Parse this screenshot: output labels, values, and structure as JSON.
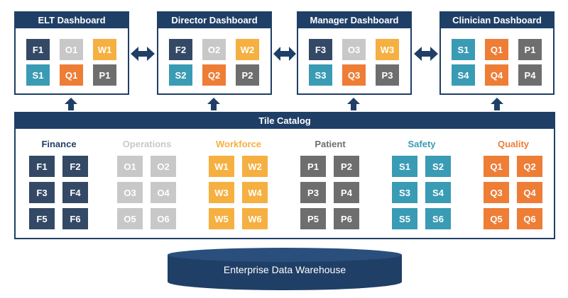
{
  "colors": {
    "navy": "#1f3f66",
    "finance": "#334966",
    "operations": "#c8c8c8",
    "workforce": "#f5b041",
    "patient": "#6e6e6e",
    "safety": "#3a9bb4",
    "quality": "#ee7d36"
  },
  "dashboards": [
    {
      "title": "ELT Dashboard",
      "tiles": [
        {
          "label": "F1",
          "cat": "finance"
        },
        {
          "label": "O1",
          "cat": "operations"
        },
        {
          "label": "W1",
          "cat": "workforce"
        },
        {
          "label": "S1",
          "cat": "safety"
        },
        {
          "label": "Q1",
          "cat": "quality"
        },
        {
          "label": "P1",
          "cat": "patient"
        }
      ]
    },
    {
      "title": "Director Dashboard",
      "tiles": [
        {
          "label": "F2",
          "cat": "finance"
        },
        {
          "label": "O2",
          "cat": "operations"
        },
        {
          "label": "W2",
          "cat": "workforce"
        },
        {
          "label": "S2",
          "cat": "safety"
        },
        {
          "label": "Q2",
          "cat": "quality"
        },
        {
          "label": "P2",
          "cat": "patient"
        }
      ]
    },
    {
      "title": "Manager Dashboard",
      "tiles": [
        {
          "label": "F3",
          "cat": "finance"
        },
        {
          "label": "O3",
          "cat": "operations"
        },
        {
          "label": "W3",
          "cat": "workforce"
        },
        {
          "label": "S3",
          "cat": "safety"
        },
        {
          "label": "Q3",
          "cat": "quality"
        },
        {
          "label": "P3",
          "cat": "patient"
        }
      ]
    },
    {
      "title": "Clinician  Dashboard",
      "tiles": [
        {
          "label": "S1",
          "cat": "safety"
        },
        {
          "label": "Q1",
          "cat": "quality"
        },
        {
          "label": "P1",
          "cat": "patient"
        },
        {
          "label": "S4",
          "cat": "safety"
        },
        {
          "label": "Q4",
          "cat": "quality"
        },
        {
          "label": "P4",
          "cat": "patient"
        }
      ]
    }
  ],
  "catalog": {
    "title": "Tile Catalog",
    "groups": [
      {
        "name": "Finance",
        "cat": "finance",
        "tiles": [
          "F1",
          "F2",
          "F3",
          "F4",
          "F5",
          "F6"
        ]
      },
      {
        "name": "Operations",
        "cat": "operations",
        "tiles": [
          "O1",
          "O2",
          "O3",
          "O4",
          "O5",
          "O6"
        ]
      },
      {
        "name": "Workforce",
        "cat": "workforce",
        "tiles": [
          "W1",
          "W2",
          "W3",
          "W4",
          "W5",
          "W6"
        ]
      },
      {
        "name": "Patient",
        "cat": "patient",
        "tiles": [
          "P1",
          "P2",
          "P3",
          "P4",
          "P5",
          "P6"
        ]
      },
      {
        "name": "Safety",
        "cat": "safety",
        "tiles": [
          "S1",
          "S2",
          "S3",
          "S4",
          "S5",
          "S6"
        ]
      },
      {
        "name": "Quality",
        "cat": "quality",
        "tiles": [
          "Q1",
          "Q2",
          "Q3",
          "Q4",
          "Q5",
          "Q6"
        ]
      }
    ]
  },
  "warehouse": {
    "label": "Enterprise Data Warehouse"
  }
}
